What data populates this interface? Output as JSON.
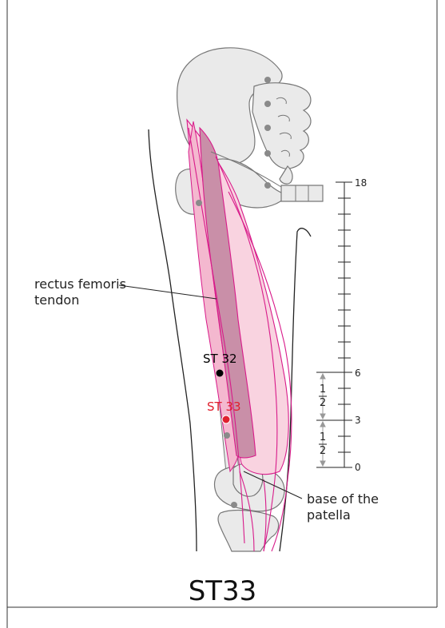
{
  "figure": {
    "caption": "ST33",
    "labels": {
      "rectus_line1": "rectus femoris",
      "rectus_line2": "tendon",
      "patella_line1": "base of the",
      "patella_line2": "patella"
    },
    "points": {
      "st32": "ST 32",
      "st33": "ST 33"
    },
    "scale": {
      "top": "18",
      "mid": "6",
      "low": "3",
      "zero": "0",
      "fraction_num": "1",
      "fraction_den": "2"
    },
    "colors": {
      "muscle_pink": "#f9d3e0",
      "tendon_mauve": "#c98fa8",
      "line_magenta": "#d81b8a",
      "bone_fill": "#eaeaea",
      "bone_line": "#777777",
      "marker_gray": "#8a8a8a",
      "st33_red": "#e0202e"
    }
  }
}
